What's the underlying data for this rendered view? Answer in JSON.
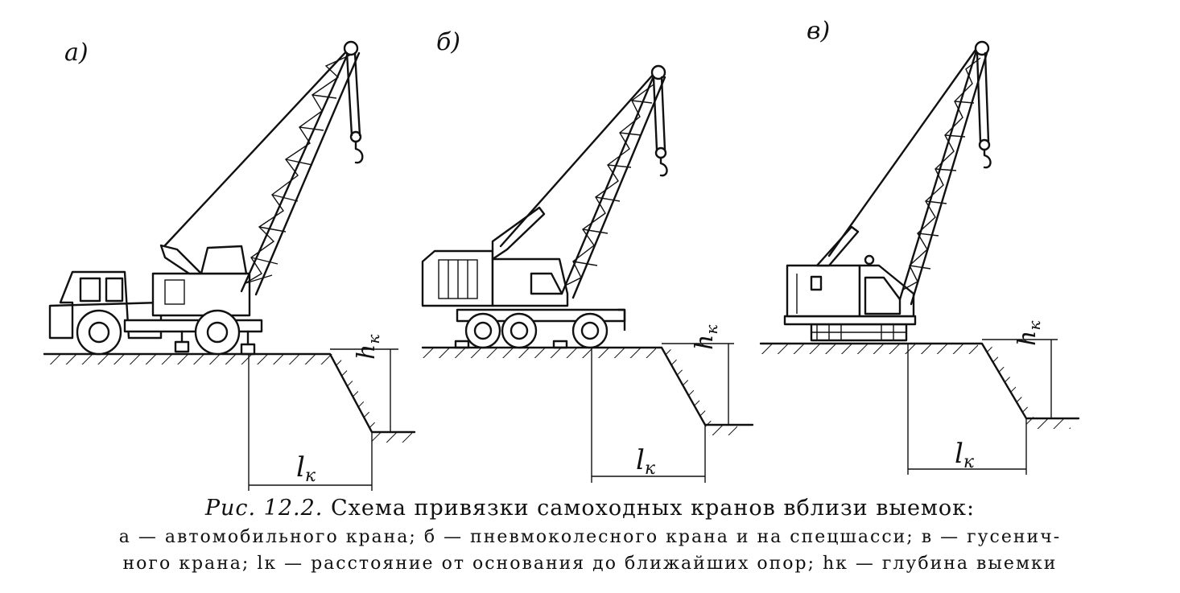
{
  "panels": [
    {
      "id": "a",
      "label": "а)"
    },
    {
      "id": "b",
      "label": "б)"
    },
    {
      "id": "c",
      "label": "в)"
    }
  ],
  "dimension_labels": {
    "depth": "h",
    "depth_sub": "к",
    "distance": "l",
    "distance_sub": "к"
  },
  "caption": {
    "fig_number": "Рис. 12.2.",
    "title": "Схема привязки самоходных кранов вблизи выемок:",
    "line1": "а — автомобильного крана; б — пневмоколесного крана и на спецшасси; в — гусенич-",
    "line2": "ного крана; lк — расстояние от основания до ближайших опор; hк — глубина выемки"
  }
}
